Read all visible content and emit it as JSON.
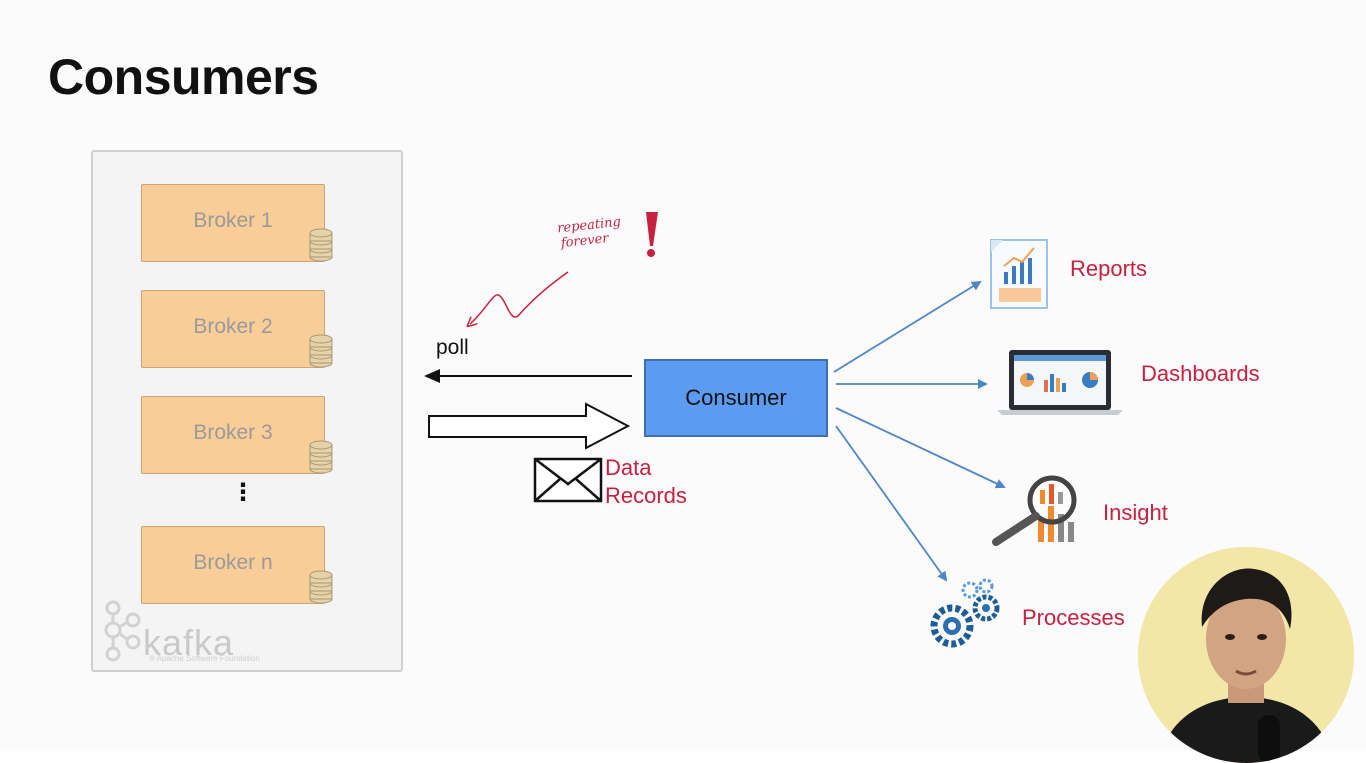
{
  "slide": {
    "title": "Consumers"
  },
  "brokers": [
    {
      "label": "Broker 1"
    },
    {
      "label": "Broker 2"
    },
    {
      "label": "Broker 3"
    },
    {
      "label": "Broker n"
    }
  ],
  "ellipsis": "⋮",
  "kafka_logo": {
    "word": "kafka",
    "small_text": "® Apache Software Foundation"
  },
  "annotation": {
    "line1": "repeating",
    "line2": "forever",
    "mark": "!"
  },
  "poll_label": "poll",
  "consumer_label": "Consumer",
  "data_records": {
    "line1": "Data",
    "line2": "Records"
  },
  "outputs": [
    {
      "label": "Reports",
      "icon": "report-icon"
    },
    {
      "label": "Dashboards",
      "icon": "laptop-dashboard-icon"
    },
    {
      "label": "Insight",
      "icon": "magnifier-chart-icon"
    },
    {
      "label": "Processes",
      "icon": "gears-icon"
    }
  ],
  "colors": {
    "broker_fill": "#f9cd98",
    "consumer_fill": "#5b9cf1",
    "accent_red": "#c8213f",
    "arrow_blue": "#4f86c6"
  }
}
